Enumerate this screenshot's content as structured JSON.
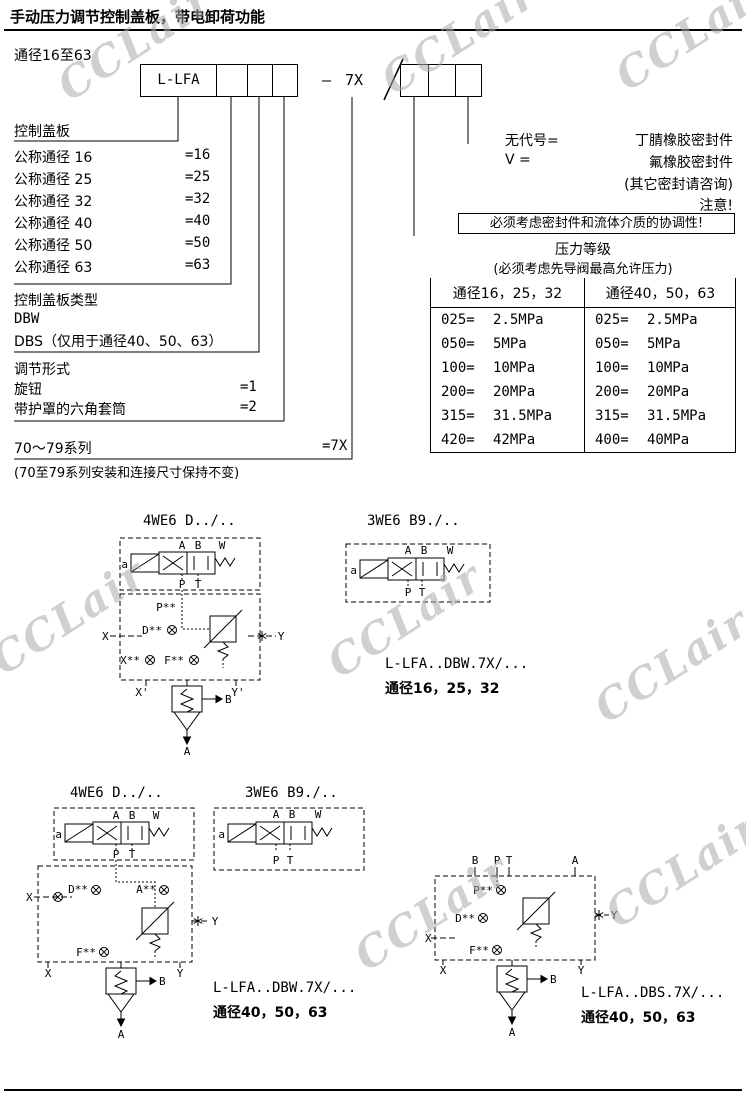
{
  "page": {
    "title": "手动压力调节控制盖板，带电卸荷功能",
    "subtitle": "通径16至63",
    "watermark": "CCLair"
  },
  "code": {
    "prefix": "L-LFA",
    "dash": "—",
    "series": "7X"
  },
  "left": {
    "control_plate_label": "控制盖板",
    "size_rows": [
      {
        "label": "公称通径 16",
        "code": "=16"
      },
      {
        "label": "公称通径 25",
        "code": "=25"
      },
      {
        "label": "公称通径 32",
        "code": "=32"
      },
      {
        "label": "公称通径 40",
        "code": "=40"
      },
      {
        "label": "公称通径 50",
        "code": "=50"
      },
      {
        "label": "公称通径 63",
        "code": "=63"
      }
    ],
    "plate_type_header": "控制盖板类型",
    "plate_type_dbw": "DBW",
    "plate_type_dbs": "DBS（仅用于通径40、50、63）",
    "adjust_header": "调节形式",
    "adjust_rows": [
      {
        "label": "旋钮",
        "code": "=1"
      },
      {
        "label": "带护罩的六角套筒",
        "code": "=2"
      }
    ],
    "series_label": "70～79系列",
    "series_code": "=7X",
    "series_note": "(70至79系列安装和连接尺寸保持不变)"
  },
  "right": {
    "seal_rows": [
      {
        "code": "无代号=",
        "label": "丁腈橡胶密封件"
      },
      {
        "code": "V =",
        "label": "氟橡胶密封件"
      }
    ],
    "seal_note": "(其它密封请咨询)",
    "notice_title": "注意!",
    "notice_text": "必须考虑密封件和流体介质的协调性!",
    "pressure_title": "压力等级",
    "pressure_note": "(必须考虑先导阀最高允许压力)",
    "pressure_table": {
      "headers": [
        "通径16，25，32",
        "通径40，50，63"
      ],
      "col1": [
        {
          "code": "025=",
          "value": "2.5MPa"
        },
        {
          "code": "050=",
          "value": "5MPa"
        },
        {
          "code": "100=",
          "value": "10MPa"
        },
        {
          "code": "200=",
          "value": "20MPa"
        },
        {
          "code": "315=",
          "value": "31.5MPa"
        },
        {
          "code": "420=",
          "value": "42MPa"
        }
      ],
      "col2": [
        {
          "code": "025=",
          "value": "2.5MPa"
        },
        {
          "code": "050=",
          "value": "5MPa"
        },
        {
          "code": "100=",
          "value": "10MPa"
        },
        {
          "code": "200=",
          "value": "20MPa"
        },
        {
          "code": "315=",
          "value": "31.5MPa"
        },
        {
          "code": "400=",
          "value": "40MPa"
        }
      ]
    }
  },
  "schematics": {
    "title_4we6": "4WE6 D../..",
    "title_3we6": "3WE6 B9./..",
    "captions": {
      "dbw_small_line1": "L-LFA..DBW.7X/...",
      "dbw_small_line2": "通径16，25，32",
      "dbw_large_line1": "L-LFA..DBW.7X/...",
      "dbw_large_line2": "通径40，50，63",
      "dbs_large_line1": "L-LFA..DBS.7X/...",
      "dbs_large_line2": "通径40，50，63"
    },
    "ports": {
      "a": "a",
      "A": "A",
      "B": "B",
      "W": "W",
      "P": "P",
      "T": "T",
      "X": "X",
      "Y": "Y",
      "X1": "X'",
      "Y1": "Y'",
      "Pss": "P**",
      "Dss": "D**",
      "Fss": "F**",
      "Xss": "X**",
      "Ass": "A**"
    }
  }
}
